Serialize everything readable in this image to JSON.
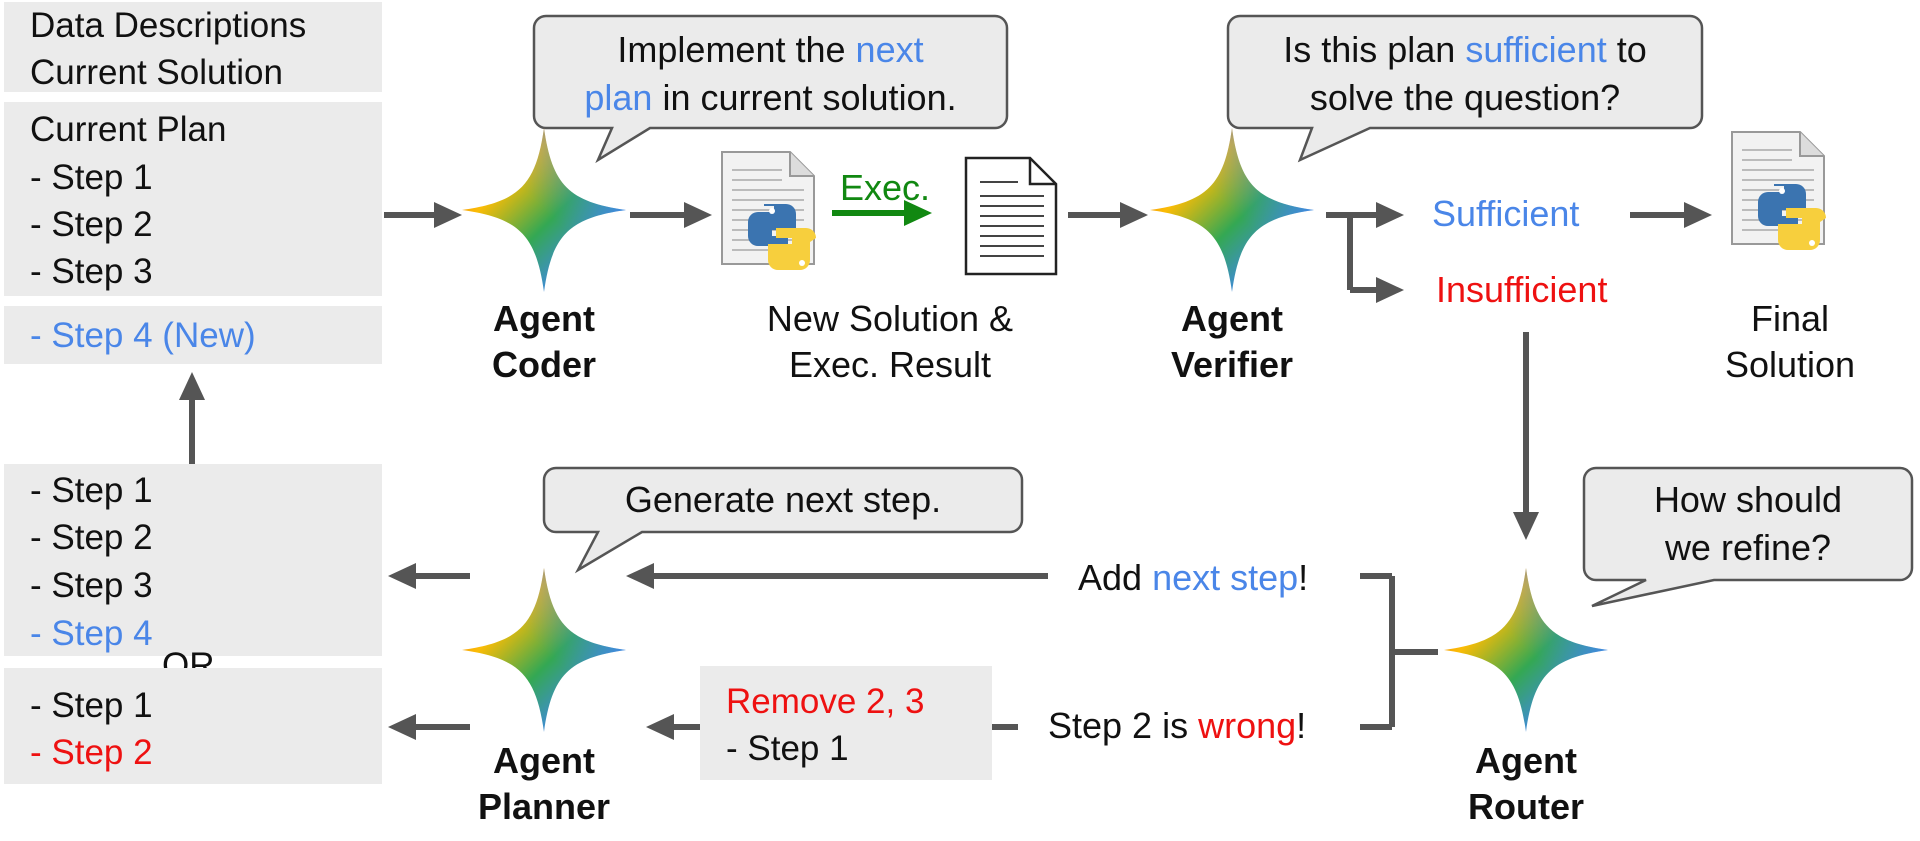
{
  "left_panel": {
    "box1": [
      "Data Descriptions",
      "Current Solution"
    ],
    "box2": [
      "Current Plan",
      "- Step 1",
      "- Step 2",
      "- Step 3"
    ],
    "box3": "- Step 4 (New)",
    "box4": [
      "- Step 1",
      "- Step 2",
      "- Step 3",
      "- Step 4"
    ],
    "or": "OR",
    "box5": [
      "- Step 1",
      "- Step 2"
    ]
  },
  "coder": {
    "bubble": [
      "Implement the",
      "next",
      "plan",
      "in current solution."
    ],
    "label": [
      "Agent",
      "Coder"
    ]
  },
  "exec": {
    "arrow_label": "Exec.",
    "caption": [
      "New Solution &",
      "Exec. Result"
    ]
  },
  "verifier": {
    "bubble": [
      "Is this plan",
      "sufficient",
      "to",
      "solve the question?"
    ],
    "label": [
      "Agent",
      "Verifier"
    ],
    "sufficient": "Sufficient",
    "insufficient": "Insufficient"
  },
  "final": {
    "caption": [
      "Final",
      "Solution"
    ]
  },
  "router": {
    "bubble": [
      "How should",
      "we refine?"
    ],
    "label": [
      "Agent",
      "Router"
    ],
    "add_prefix": "Add",
    "add_highlight": "next step",
    "add_suffix": "!",
    "wrong_prefix": "Step 2 is",
    "wrong_highlight": "wrong",
    "wrong_suffix": "!"
  },
  "planner": {
    "bubble": "Generate next step.",
    "label": [
      "Agent",
      "Planner"
    ],
    "remove_box": [
      "Remove 2, 3",
      "- Step 1"
    ]
  },
  "colors": {
    "arrow": "#555555",
    "box": "#ebebeb",
    "blue": "#4a86e8",
    "red": "#ee1111",
    "green": "#118811"
  },
  "icons": [
    "sparkle-icon",
    "python-file-icon",
    "document-icon"
  ]
}
